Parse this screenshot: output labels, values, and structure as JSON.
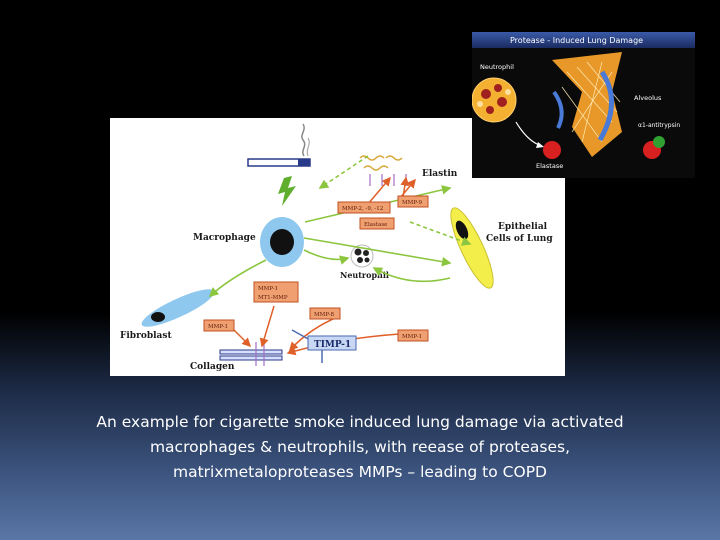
{
  "diagram": {
    "labels": {
      "elastin": "Elastin",
      "macrophage": "Macrophage",
      "epithelial_line1": "Epithelial",
      "epithelial_line2": "Cells of Lung",
      "neutrophil": "Neutrophil",
      "fibroblast": "Fibroblast",
      "collagen": "Collagen"
    },
    "boxes": {
      "mmp_2_9_12": "MMP-2, -9, -12",
      "mmp_9": "MMP-9",
      "elastase": "Elastase",
      "mmp_1_mt1": "MMP-1",
      "mmp_1_mt2": "MT1-MMP",
      "mmp_8": "MMP-8",
      "mmp_1_left": "MMP-1",
      "timp_1": "TIMP-1",
      "mmp_1_right": "MMP-1"
    }
  },
  "inset": {
    "title": "Protease - Induced Lung Damage",
    "neutrophil": "Neutrophil",
    "alveolus": "Alveolus",
    "antitrypsin": "α1-antitrypsin",
    "elastase": "Elastase"
  },
  "caption": {
    "line1": "An example for cigarette smoke induced lung damage via activated",
    "line2": "macrophages & neutrophils, with reease of proteases,",
    "line3": "matrixmetaloproteases MMPs – leading to COPD"
  }
}
